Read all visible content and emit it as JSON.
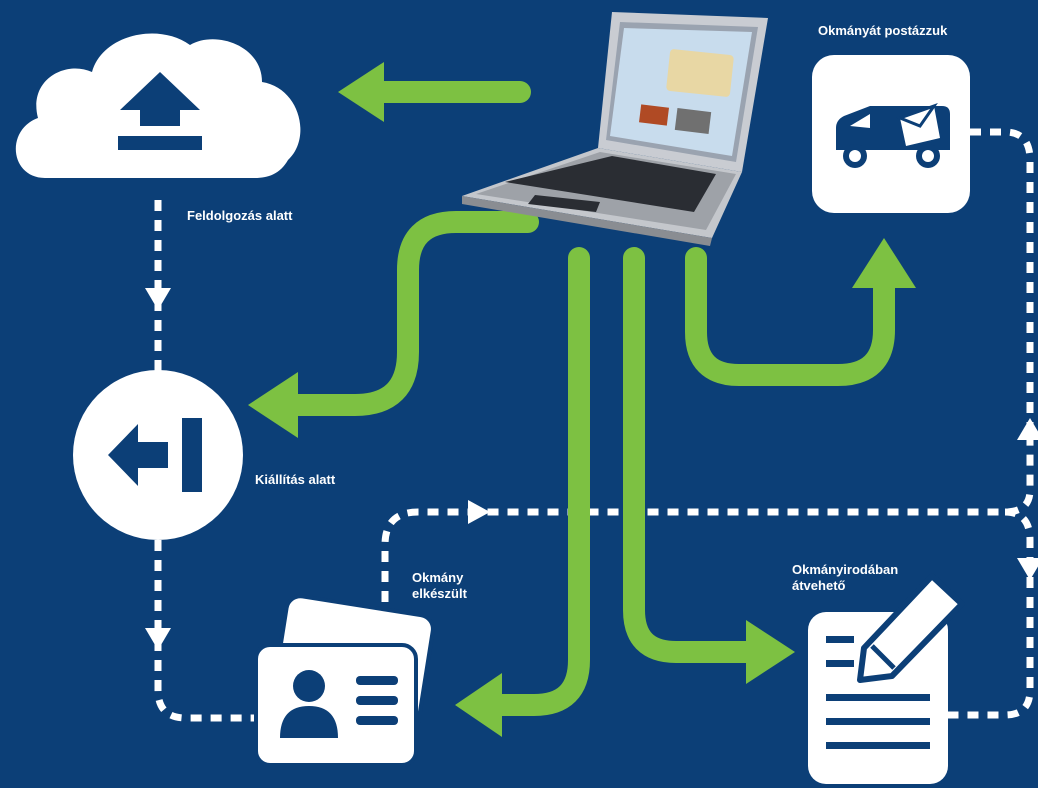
{
  "labels": {
    "postazzuk": "Okmányát postázzuk",
    "feldolgozas": "Feldolgozás alatt",
    "kiallitas": "Kiállítás alatt",
    "elkeszult": "Okmány\nelkészült",
    "atveheto": "Okmányirodában\nátvehető"
  },
  "colors": {
    "background": "#0c3f77",
    "flow_arrow": "#7dc142",
    "status_line": "#ffffff",
    "icon_fill": "#ffffff"
  },
  "icons": {
    "laptop": "laptop-icon",
    "cloud_upload": "cloud-upload-icon",
    "delivery_van": "delivery-van-icon",
    "back_arrow": "arrow-to-bar-icon",
    "id_card": "id-card-icon",
    "document_edit": "document-edit-icon"
  }
}
